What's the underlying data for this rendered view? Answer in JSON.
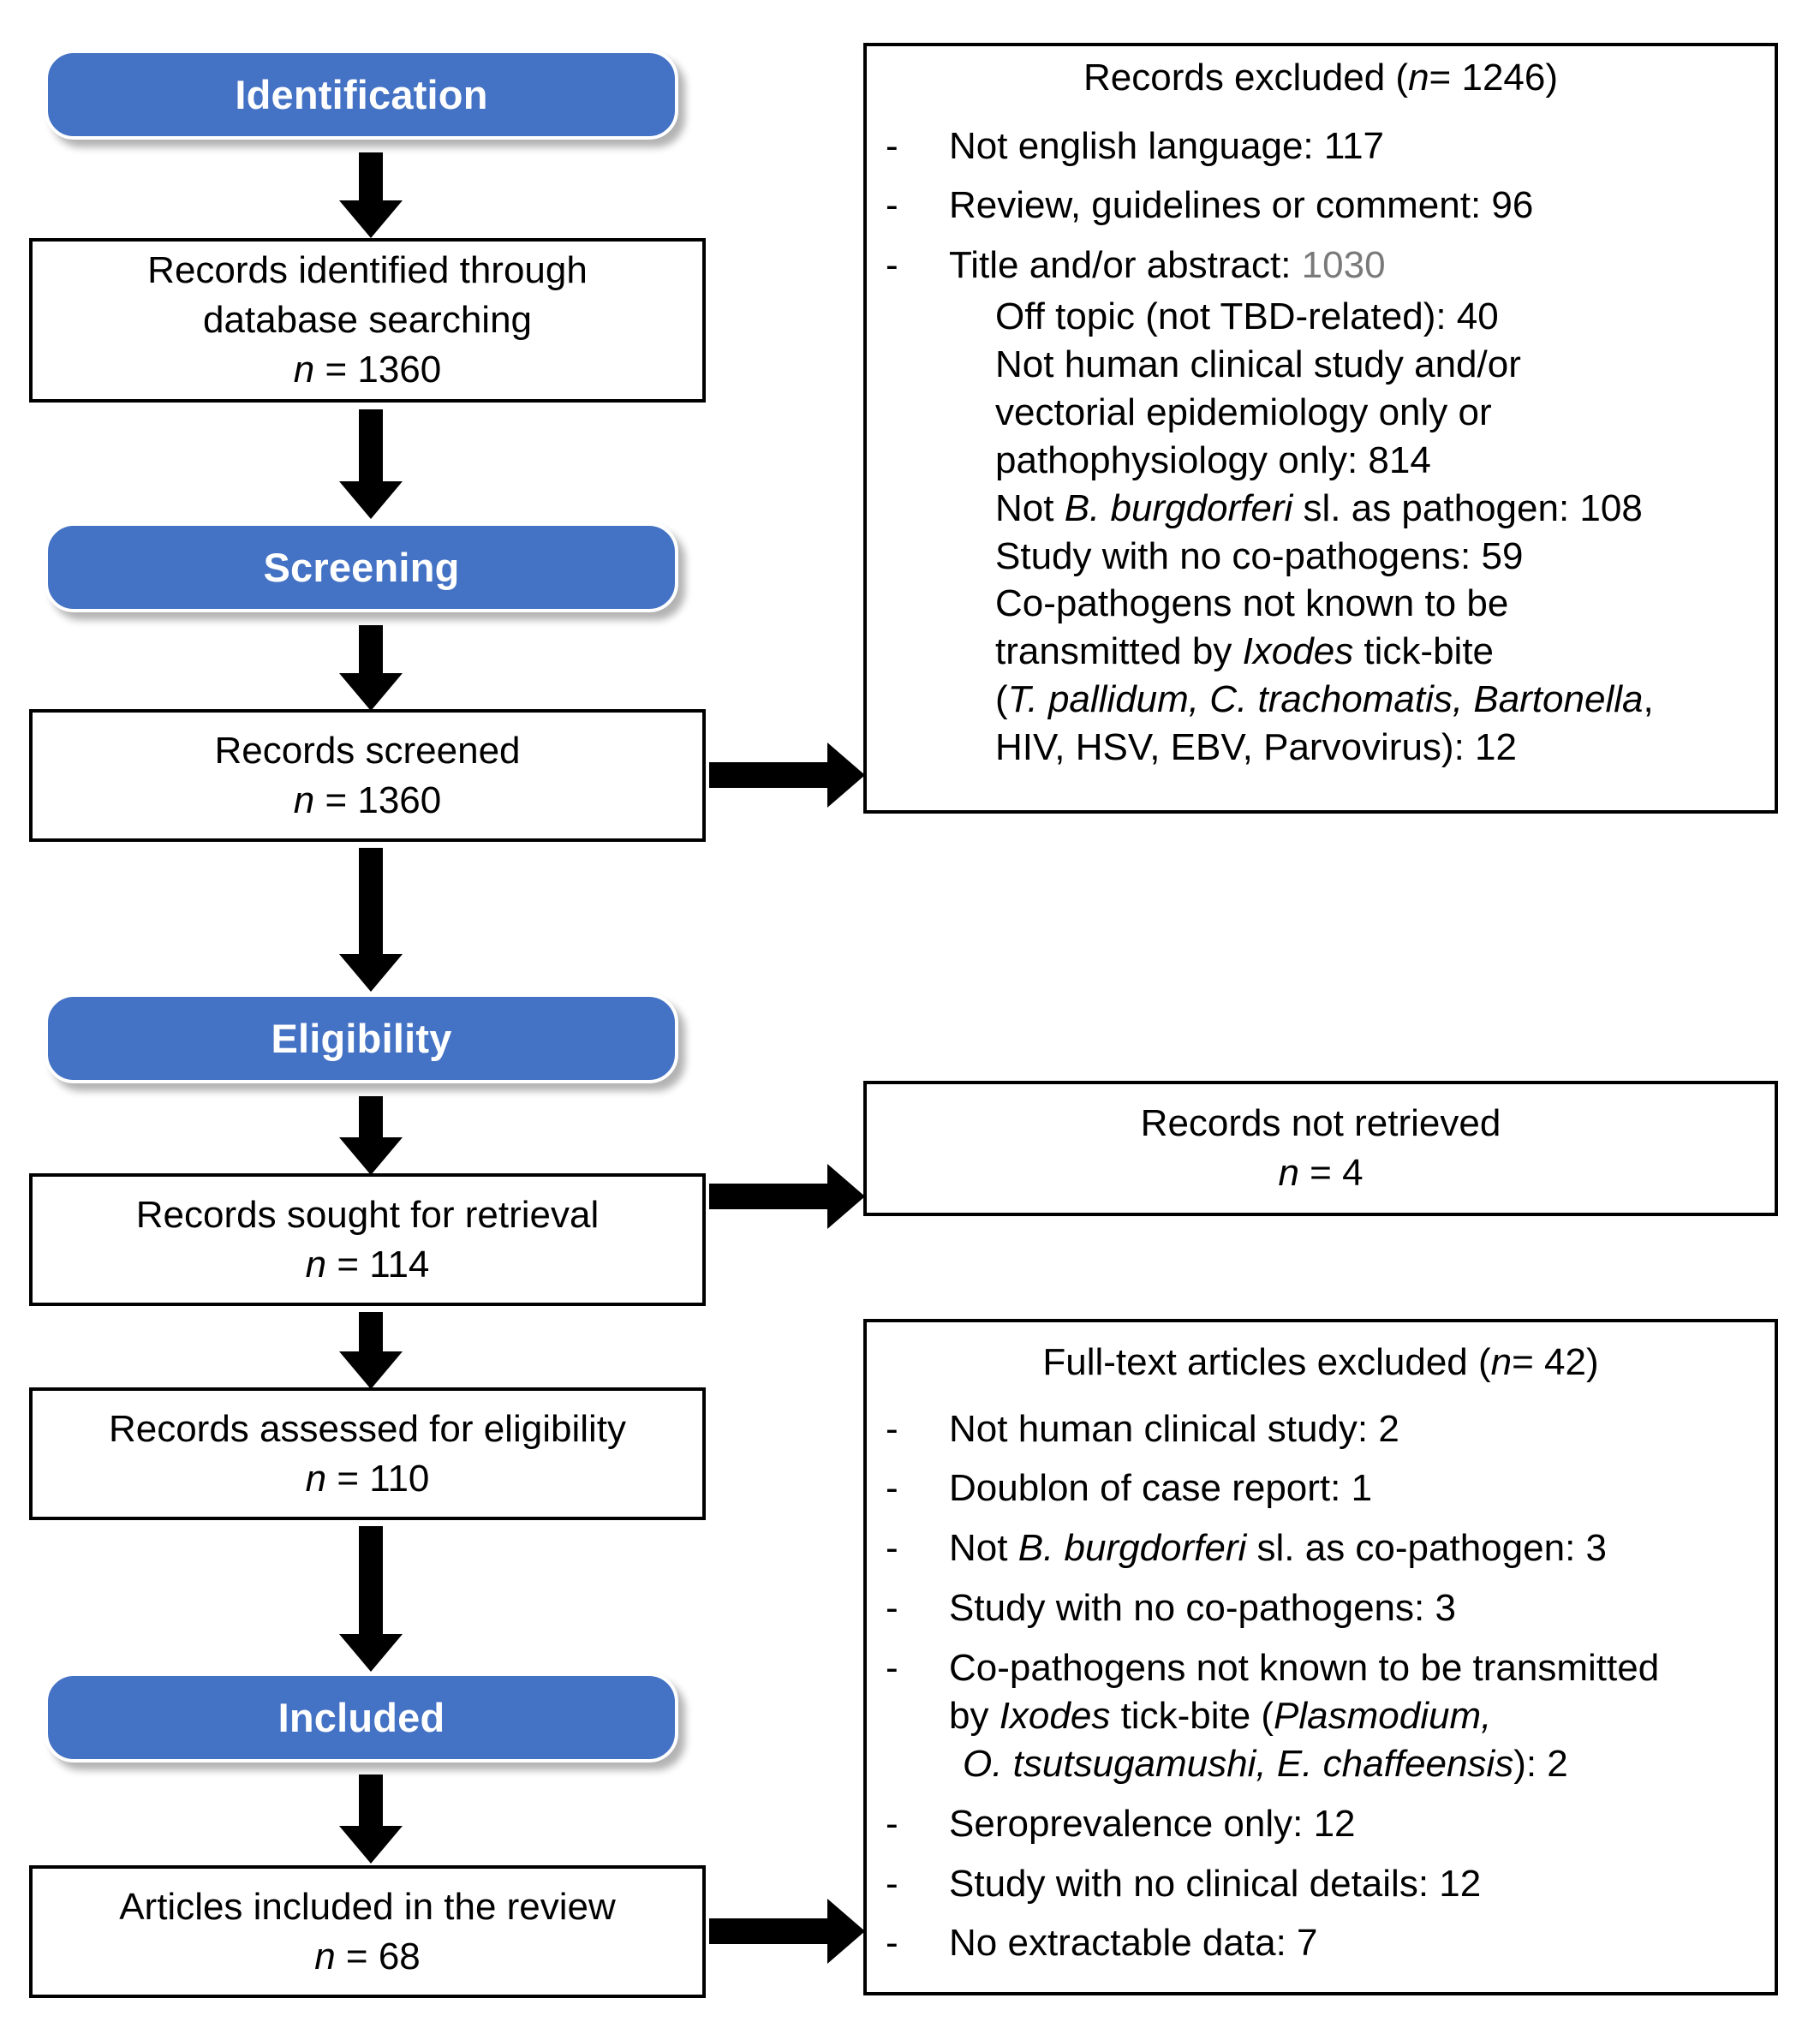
{
  "diagram": {
    "title": "PRISMA flow diagram",
    "accent_color": "#4472C4",
    "box_border_color": "#000000",
    "arrow_color": "#000000"
  },
  "stages": [
    {
      "label": "Identification"
    },
    {
      "label": "Screening"
    },
    {
      "label": "Eligibility"
    },
    {
      "label": "Included"
    }
  ],
  "flow_boxes": [
    {
      "line1": "Records identified through",
      "line2": "database searching",
      "n_symbol": "n",
      "n_value": " = 1360"
    },
    {
      "line1": "Records screened",
      "line2": "",
      "n_symbol": "n",
      "n_value": " = 1360"
    },
    {
      "line1": "Records sought for retrieval",
      "line2": "",
      "n_symbol": "n",
      "n_value": " = 114"
    },
    {
      "line1": "Records assessed for eligibility",
      "line2": "",
      "n_symbol": "n",
      "n_value": " = 110"
    },
    {
      "line1": "Articles included in the review",
      "line2": "",
      "n_symbol": "n",
      "n_value": " = 68"
    }
  ],
  "excluded_panel": {
    "title_pre": "Records excluded (",
    "title_n": "n",
    "title_post": "= 1246)",
    "items": [
      {
        "dash": "-",
        "text": "Not english language: 117"
      },
      {
        "dash": "-",
        "text": "Review, guidelines or comment: 96"
      }
    ],
    "title_abstract": {
      "dash": "-",
      "text": "Title and/or abstract: ",
      "count": "1030"
    },
    "sub_items": [
      "Off topic (not TBD-related): 40",
      "Not human clinical study and/or",
      "vectorial epidemiology only or",
      "pathophysiology only: 814"
    ],
    "sub_pathogen": {
      "pre": "Not ",
      "italic": "B. burgdorferi",
      "post": " sl. as pathogen: 108"
    },
    "sub_after": [
      "Study with no co-pathogens: 59",
      "Co-pathogens not known to be"
    ],
    "sub_ixodes": {
      "pre": "transmitted by ",
      "italic": "Ixodes",
      "post": " tick-bite"
    },
    "sub_species_line1": {
      "open": "(",
      "italic": "T. pallidum, C. trachomatis, Bartonella",
      "close": ","
    },
    "sub_species_line2": "HIV,  HSV,  EBV, Parvovirus): 12"
  },
  "not_retrieved_panel": {
    "line1": "Records not retrieved",
    "n_symbol": "n",
    "n_value": " = 4"
  },
  "fulltext_excluded_panel": {
    "title_pre": "Full-text articles excluded (",
    "title_n": "n",
    "title_post": "= 42)",
    "items": [
      {
        "dash": "-",
        "text": "Not human clinical study: 2"
      },
      {
        "dash": "-",
        "text": "Doublon of case report: 1"
      }
    ],
    "item_pathogen": {
      "dash": "-",
      "pre": "Not ",
      "italic": "B. burgdorferi",
      "post": " sl. as co-pathogen: 3"
    },
    "item_nocopath": {
      "dash": "-",
      "text": "Study with no co-pathogens: 3"
    },
    "item_ixodes": {
      "dash": "-",
      "line1": "Co-pathogens not known to be transmitted",
      "line2_pre": "by ",
      "line2_italic": "Ixodes",
      "line2_mid": " tick-bite (",
      "line2_italic2": "Plasmodium,",
      "line3_italic": "O. tsutsugamushi, E. chaffeensis",
      "line3_post": "): 2"
    },
    "items_tail": [
      {
        "dash": "-",
        "text": "Seroprevalence only: 12"
      },
      {
        "dash": "-",
        "text": "Study with no clinical details: 12"
      },
      {
        "dash": "-",
        "text": "No extractable data:  7"
      }
    ]
  }
}
